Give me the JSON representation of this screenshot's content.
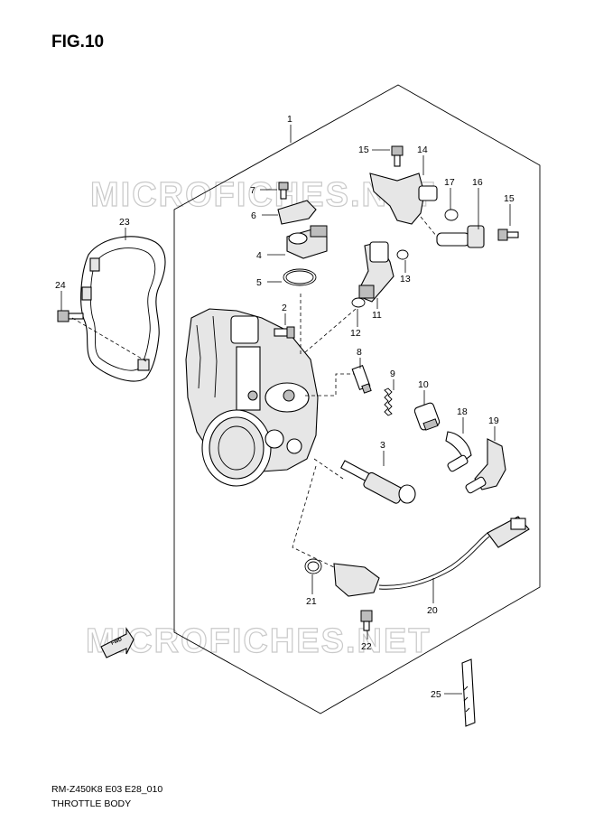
{
  "figure_title": "FIG.10",
  "watermark": "MICROFICHES.NET",
  "footer": {
    "code": "RM-Z450K8 E03 E28_010",
    "caption": "THROTTLE BODY"
  },
  "fwd_arrow_label": "FWD",
  "callouts": {
    "c1": "1",
    "c2": "2",
    "c3": "3",
    "c4": "4",
    "c5": "5",
    "c6": "6",
    "c7": "7",
    "c8": "8",
    "c9": "9",
    "c10": "10",
    "c11": "11",
    "c12": "12",
    "c13": "13",
    "c14": "14",
    "c15a": "15",
    "c15b": "15",
    "c16": "16",
    "c17": "17",
    "c18": "18",
    "c19": "19",
    "c20": "20",
    "c21": "21",
    "c22": "22",
    "c23": "23",
    "c24": "24",
    "c25": "25"
  }
}
